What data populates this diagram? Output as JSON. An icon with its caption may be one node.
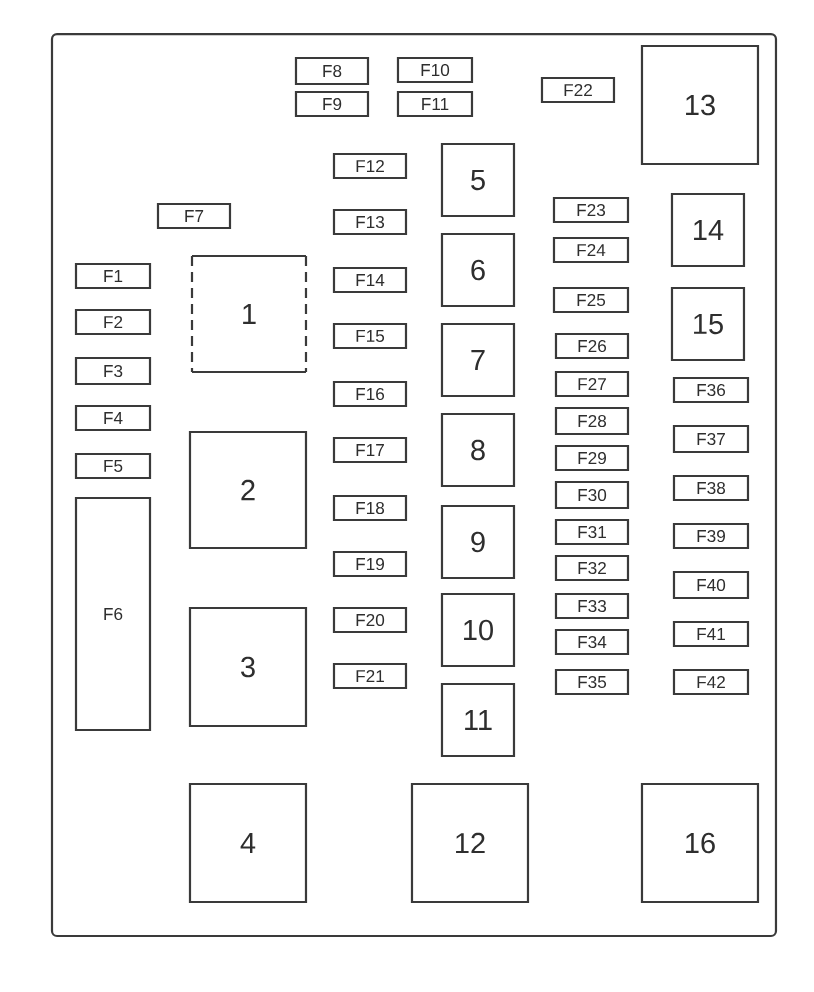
{
  "diagram": {
    "nodes": [
      {
        "text": [],
        "shape": "box"
      },
      {
        "text": [
          "F8"
        ],
        "in": 0
      },
      {
        "text": [
          "F10"
        ],
        "in": 0
      },
      {
        "text": [
          "13"
        ],
        "in": 0
      },
      {
        "text": [
          "F22"
        ],
        "in": 0
      },
      {
        "text": [
          "F9"
        ],
        "in": 0
      },
      {
        "text": [
          "F11"
        ],
        "in": 0
      },
      {
        "text": [
          "5"
        ],
        "in": 0
      },
      {
        "text": [
          "F12"
        ],
        "in": 0
      },
      {
        "text": [
          "14"
        ],
        "in": 0
      },
      {
        "text": [
          "F23"
        ],
        "in": 0
      },
      {
        "text": [
          "F7"
        ],
        "in": 0
      },
      {
        "text": [
          "F13"
        ],
        "in": 0
      },
      {
        "text": [
          "6"
        ],
        "in": 0
      },
      {
        "text": [
          "F24"
        ],
        "in": 0
      },
      {
        "text": [
          "1"
        ],
        "in": 0
      },
      {
        "text": [
          "F1"
        ],
        "in": 0
      },
      {
        "text": [
          "F14"
        ],
        "in": 0
      },
      {
        "text": [
          "F25"
        ],
        "in": 0
      },
      {
        "text": [
          "15"
        ],
        "in": 0
      },
      {
        "text": [
          "F2"
        ],
        "in": 0
      },
      {
        "text": [
          "7"
        ],
        "in": 0
      },
      {
        "text": [
          "F15"
        ],
        "in": 0
      },
      {
        "text": [
          "F26"
        ],
        "in": 0
      },
      {
        "text": [
          "F3"
        ],
        "in": 0
      },
      {
        "text": [
          "F27"
        ],
        "in": 0
      },
      {
        "text": [
          "F36"
        ],
        "in": 0
      },
      {
        "text": [
          "F16"
        ],
        "in": 0
      },
      {
        "text": [
          "F4"
        ],
        "in": 0
      },
      {
        "text": [
          "F28"
        ],
        "in": 0
      },
      {
        "text": [
          "8"
        ],
        "in": 0
      },
      {
        "text": [
          "F37"
        ],
        "in": 0
      },
      {
        "text": [
          "2"
        ],
        "in": 0
      },
      {
        "text": [
          "F17"
        ],
        "in": 0
      },
      {
        "text": [
          "F29"
        ],
        "in": 0
      },
      {
        "text": [
          "F5"
        ],
        "in": 0
      },
      {
        "text": [
          "F38"
        ],
        "in": 0
      },
      {
        "text": [
          "F30"
        ],
        "in": 0
      },
      {
        "text": [
          "F18"
        ],
        "in": 0
      },
      {
        "text": [
          "F6"
        ],
        "in": 0
      },
      {
        "text": [
          "9"
        ],
        "in": 0
      },
      {
        "text": [
          "F31"
        ],
        "in": 0
      },
      {
        "text": [
          "F39"
        ],
        "in": 0
      },
      {
        "text": [
          "F19"
        ],
        "in": 0
      },
      {
        "text": [
          "F32"
        ],
        "in": 0
      },
      {
        "text": [
          "F40"
        ],
        "in": 0
      },
      {
        "text": [
          "10"
        ],
        "in": 0
      },
      {
        "text": [
          "F33"
        ],
        "in": 0
      },
      {
        "text": [
          "3"
        ],
        "in": 0
      },
      {
        "text": [
          "F20"
        ],
        "in": 0
      },
      {
        "text": [
          "F41"
        ],
        "in": 0
      },
      {
        "text": [
          "F34"
        ],
        "in": 0
      },
      {
        "text": [
          "F21"
        ],
        "in": 0
      },
      {
        "text": [
          "F35"
        ],
        "in": 0
      },
      {
        "text": [
          "F42"
        ],
        "in": 0
      },
      {
        "text": [
          "11"
        ],
        "in": 0
      },
      {
        "text": [
          "4"
        ],
        "in": 0
      },
      {
        "text": [
          "12"
        ],
        "in": 0
      },
      {
        "text": [
          "16"
        ],
        "in": 0
      }
    ]
  }
}
